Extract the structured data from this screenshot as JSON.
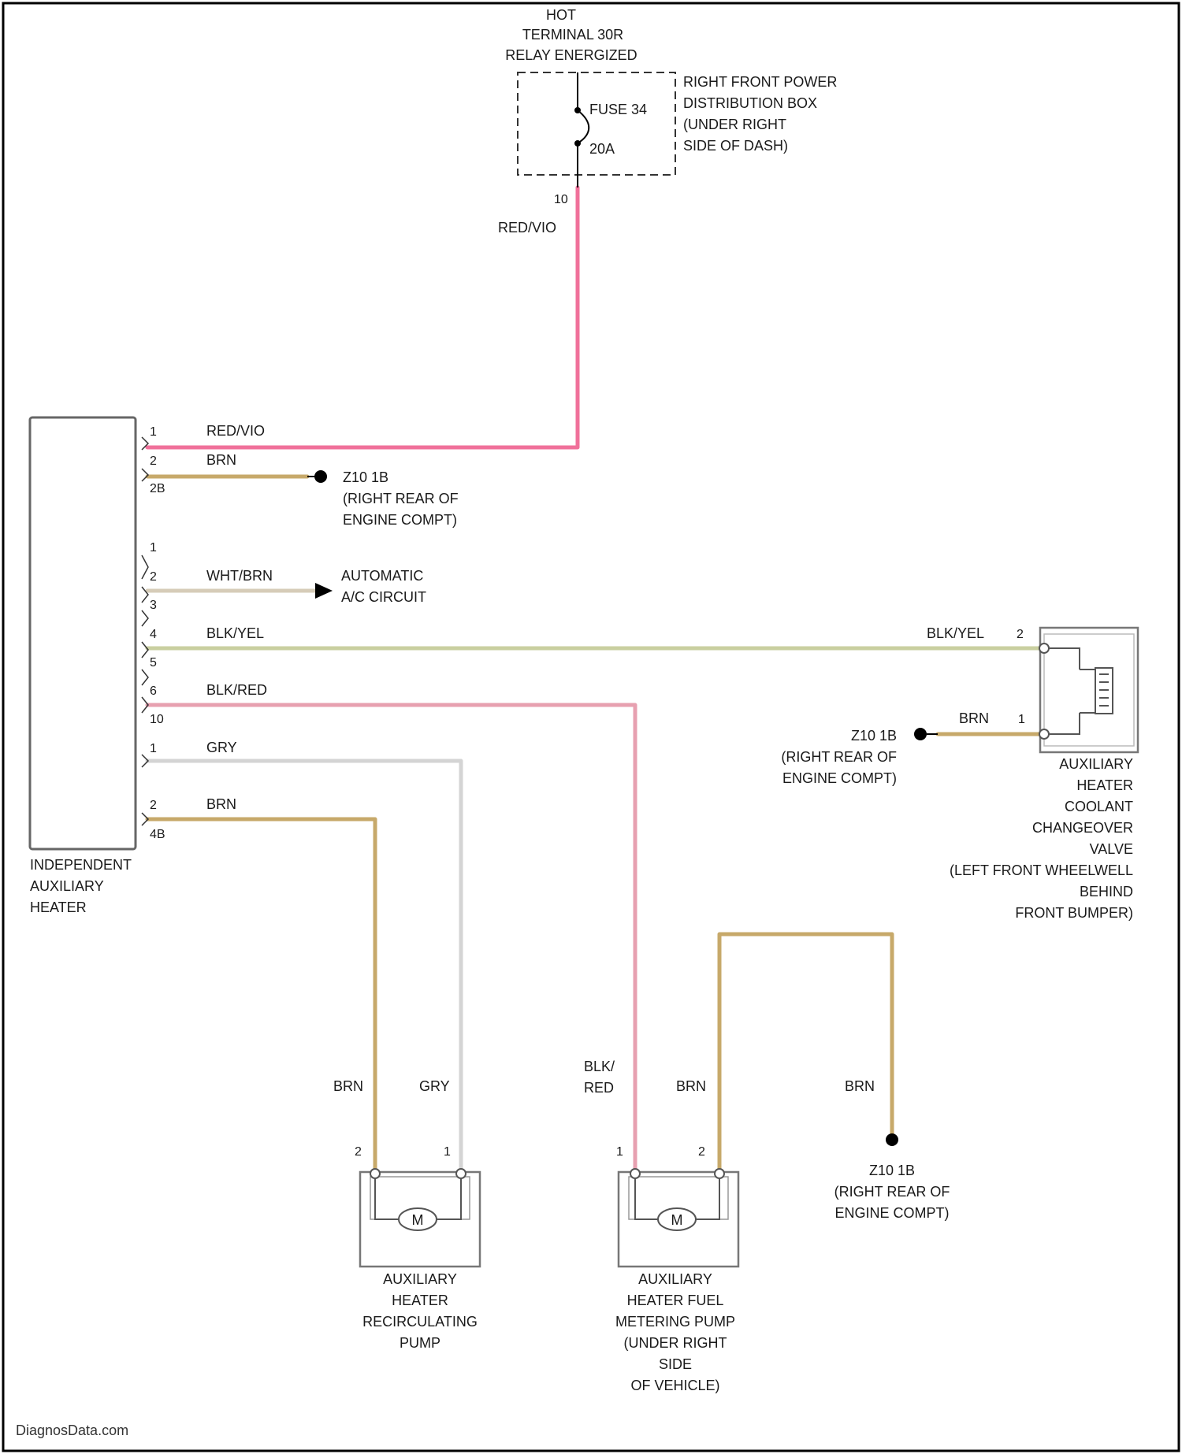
{
  "colors": {
    "red_vio": "#f0709a",
    "brn": "#c7a96a",
    "wht_brn": "#d6ccb8",
    "blk_yel": "#c9cfa0",
    "blk_red": "#e7a0b0",
    "gry": "#d4d4d4",
    "frame": "#000000"
  },
  "fuse_block": {
    "hot_lines": [
      "HOT",
      "TERMINAL 30R",
      "RELAY ENERGIZED"
    ],
    "fuse_name": "FUSE 34",
    "fuse_rating": "20A",
    "location_lines": [
      "RIGHT FRONT POWER",
      "DISTRIBUTION BOX",
      "(UNDER RIGHT",
      "SIDE OF DASH)"
    ],
    "out_pin": "10",
    "wire": "RED/VIO"
  },
  "heater": {
    "name_lines": [
      "INDEPENDENT",
      "AUXILIARY",
      "HEATER"
    ],
    "conn_a": {
      "pins": [
        "1",
        "2"
      ],
      "id": "2B"
    },
    "conn_b": {
      "pins": [
        "1",
        "2",
        "3",
        "4",
        "5",
        "6"
      ],
      "id": "10"
    },
    "conn_c": {
      "pins": [
        "1",
        "2"
      ],
      "id": "4B"
    }
  },
  "wires": {
    "pin1": "RED/VIO",
    "pin2": "BRN",
    "c2": "WHT/BRN",
    "c4": "BLK/YEL",
    "c6": "BLK/RED",
    "d1": "GRY",
    "d2": "BRN"
  },
  "grounds": {
    "top": {
      "name": "Z10 1B",
      "lines": [
        "(RIGHT REAR OF",
        "ENGINE COMPT)"
      ]
    },
    "mid": {
      "name": "Z10 1B",
      "lines": [
        "(RIGHT REAR OF",
        "ENGINE COMPT)"
      ]
    },
    "bot": {
      "name": "Z10 1B",
      "lines": [
        "(RIGHT REAR OF",
        "ENGINE COMPT)"
      ]
    }
  },
  "ac_arrow": [
    "AUTOMATIC",
    "A/C CIRCUIT"
  ],
  "valve": {
    "pin_top": "2",
    "pin_bot": "1",
    "wire_top": "BLK/YEL",
    "wire_bot": "BRN",
    "name_lines": [
      "AUXILIARY",
      "HEATER",
      "COOLANT",
      "CHANGEOVER",
      "VALVE",
      "(LEFT FRONT WHEELWELL",
      "BEHIND",
      "FRONT BUMPER)"
    ]
  },
  "recirc_pump": {
    "pin_left": "2",
    "pin_right": "1",
    "wire_left": "BRN",
    "wire_right": "GRY",
    "motor": "M",
    "name_lines": [
      "AUXILIARY",
      "HEATER",
      "RECIRCULATING",
      "PUMP"
    ]
  },
  "fuel_pump": {
    "pin_left": "1",
    "pin_right": "2",
    "wire_left_lines": [
      "BLK/",
      "RED"
    ],
    "wire_right": "BRN",
    "wire_ground": "BRN",
    "motor": "M",
    "name_lines": [
      "AUXILIARY",
      "HEATER FUEL",
      "METERING PUMP",
      "(UNDER RIGHT",
      "SIDE",
      "OF VEHICLE)"
    ]
  },
  "watermark": "DiagnosData.com"
}
